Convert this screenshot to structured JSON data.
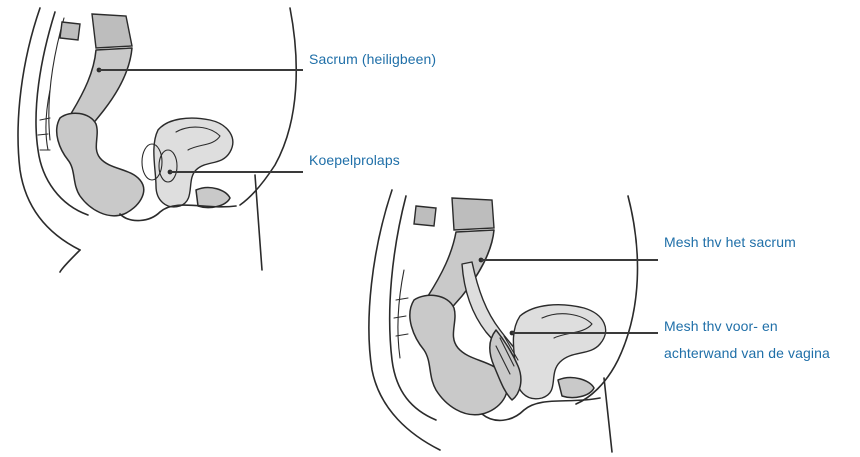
{
  "figure_top": {
    "labels": {
      "sacrum": "Sacrum (heiligbeen)",
      "koepelprolaps": "Koepelprolaps"
    }
  },
  "figure_bottom": {
    "labels": {
      "mesh_sacrum": "Mesh thv het sacrum",
      "mesh_wall_line1": "Mesh thv voor- en",
      "mesh_wall_line2": "achterwand van de vagina"
    }
  },
  "colors": {
    "label_text": "#1f6fa8",
    "outline": "#2b2b2b",
    "organ_fill": "#c9c9c9"
  }
}
